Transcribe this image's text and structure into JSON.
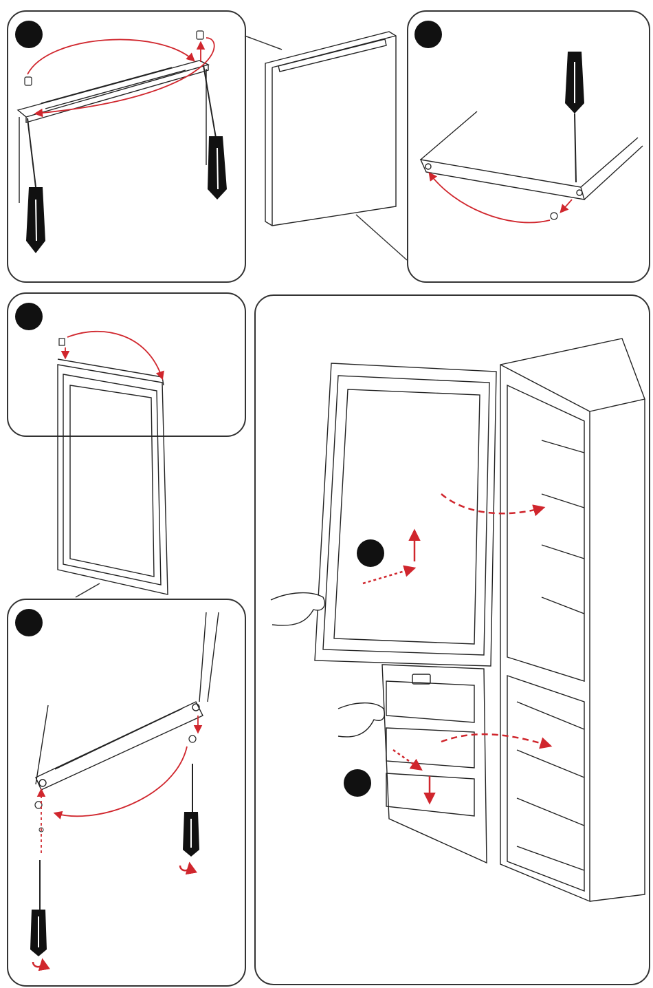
{
  "manual": {
    "title": "",
    "steps": [
      {
        "id": "step-1",
        "label": ""
      },
      {
        "id": "step-2",
        "label": ""
      },
      {
        "id": "step-3",
        "label": ""
      },
      {
        "id": "step-4",
        "label": ""
      },
      {
        "id": "step-5",
        "label": ""
      },
      {
        "id": "step-6",
        "label": ""
      }
    ]
  },
  "colors": {
    "outline": "#222222",
    "frame": "#333333",
    "arrow": "#d0262d",
    "badge": "#111111"
  },
  "icons": [
    "screwdriver-icon",
    "screw-icon",
    "hinge-cap-icon",
    "hand-icon",
    "rotate-arrow-icon"
  ]
}
